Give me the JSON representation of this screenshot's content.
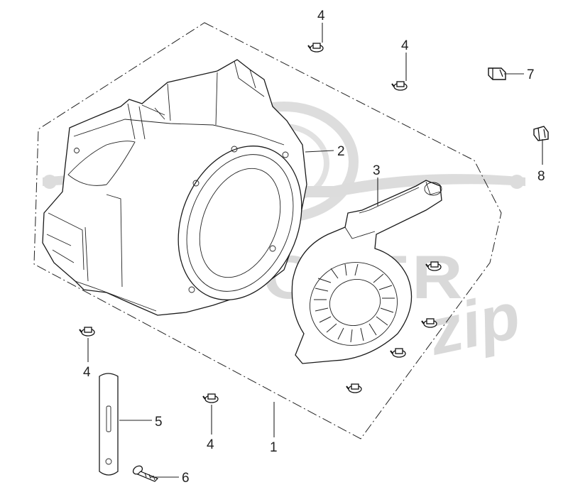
{
  "watermark": {
    "brand": "SCOOTER",
    "script": "zip"
  },
  "callouts": [
    {
      "id": "c1",
      "label": "1"
    },
    {
      "id": "c2",
      "label": "2"
    },
    {
      "id": "c3",
      "label": "3"
    },
    {
      "id": "c4a",
      "label": "4"
    },
    {
      "id": "c4b",
      "label": "4"
    },
    {
      "id": "c4c",
      "label": "4"
    },
    {
      "id": "c4d",
      "label": "4"
    },
    {
      "id": "c5",
      "label": "5"
    },
    {
      "id": "c6",
      "label": "6"
    },
    {
      "id": "c7",
      "label": "7"
    },
    {
      "id": "c8",
      "label": "8"
    }
  ],
  "icons": {
    "screw": "flange-bolt-icon",
    "clip": "spring-clip-icon"
  }
}
